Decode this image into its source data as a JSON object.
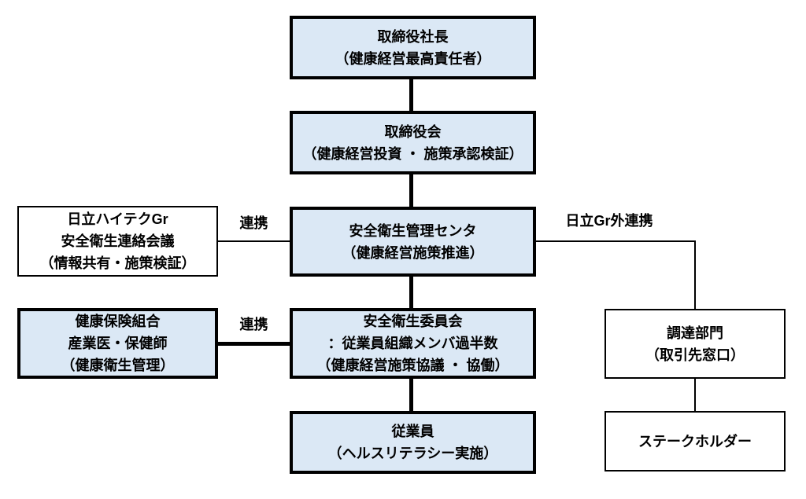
{
  "colors": {
    "box_fill": "#dbe8f5",
    "line_color": "#000000",
    "text_color": "#000000",
    "background": "#ffffff"
  },
  "boxes": {
    "president": {
      "lines": [
        "取締役社長",
        "（健康経営最高責任者）"
      ]
    },
    "board": {
      "lines": [
        "取締役会",
        "（健康経営投資 ・ 施策承認検証）"
      ]
    },
    "safety_center": {
      "lines": [
        "安全衛生管理センタ",
        "（健康経営施策推進）"
      ]
    },
    "safety_committee": {
      "lines": [
        "安全衛生委員会",
        "：従業員組織メンバ過半数",
        "（健康経営施策協議 ・ 協働）"
      ]
    },
    "employees": {
      "lines": [
        "従業員",
        "（ヘルスリテラシー実施）"
      ]
    },
    "hightech_gr": {
      "lines": [
        "日立ハイテクGr",
        "安全衛生連絡会議",
        "（情報共有・施策検証）"
      ]
    },
    "health_insurance": {
      "lines": [
        "健康保険組合",
        "産業医・保健師",
        "（健康衛生管理）"
      ]
    },
    "procurement": {
      "lines": [
        "調達部門",
        "（取引先窓口）"
      ]
    },
    "stakeholders": {
      "lines": [
        "ステークホルダー"
      ]
    }
  },
  "labels": {
    "renkei_upper": "連携",
    "renkei_lower": "連携",
    "external_renkei": "日立Gr外連携"
  }
}
